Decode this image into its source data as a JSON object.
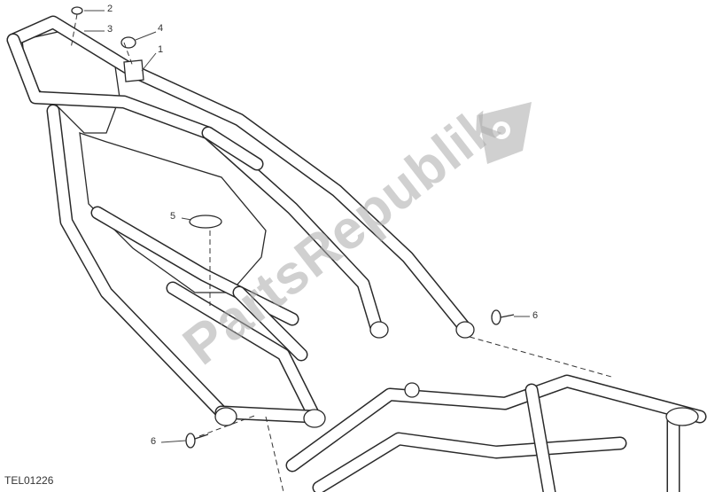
{
  "diagram": {
    "drawing_code": "TEL01226",
    "callouts": [
      {
        "number": "1"
      },
      {
        "number": "2"
      },
      {
        "number": "3"
      },
      {
        "number": "4"
      },
      {
        "number": "5"
      },
      {
        "number": "6"
      },
      {
        "number": "6"
      }
    ],
    "watermark": {
      "text": "PartsRepublik",
      "icon": "gear-flag-icon"
    }
  }
}
